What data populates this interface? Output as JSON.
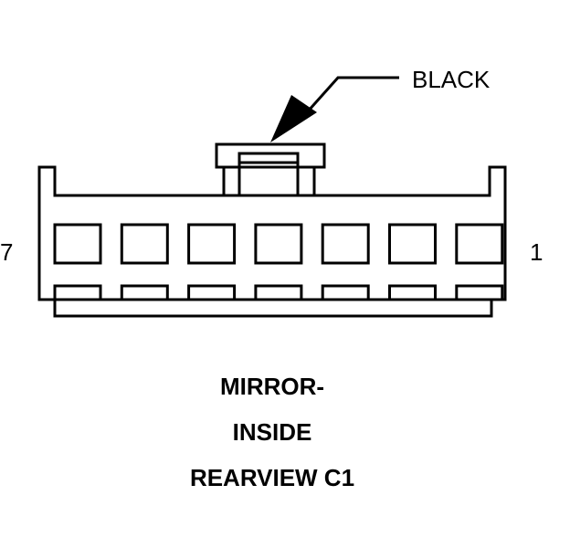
{
  "connector": {
    "color_label": "BLACK",
    "pin_left": "7",
    "pin_right": "1",
    "pin_count": 7
  },
  "caption": {
    "line1": "MIRROR-",
    "line2": "INSIDE",
    "line3": "REARVIEW C1"
  }
}
